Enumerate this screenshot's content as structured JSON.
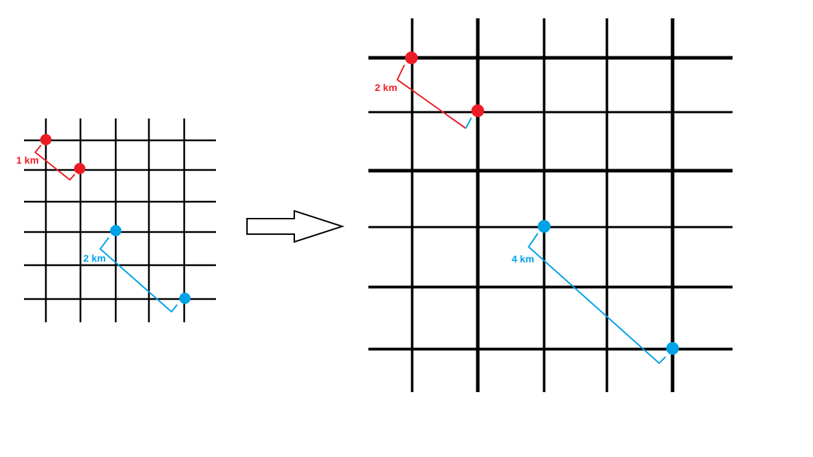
{
  "small_grid": {
    "red_label": "1 km",
    "blue_label": "2 km"
  },
  "large_grid": {
    "red_label": "2 km",
    "blue_label": "4 km"
  },
  "colors": {
    "red": "#ed1c24",
    "blue": "#00a2e8",
    "grid": "#000000"
  },
  "arrow_icon": "right-arrow-icon"
}
